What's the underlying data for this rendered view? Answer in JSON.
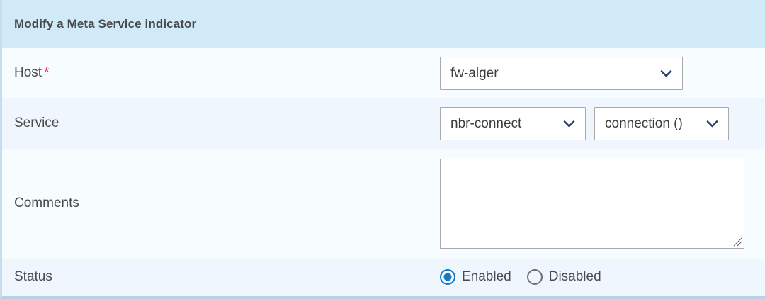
{
  "panel": {
    "title": "Modify a Meta Service indicator",
    "header_bg": "#d0eaf7",
    "row_bg_odd": "#f7fcfe",
    "row_bg_even": "#eff6fd",
    "accent_blue": "#1477c4",
    "required_star_color": "#e8262d",
    "chevron_color": "#2a3f66"
  },
  "rows": {
    "host": {
      "label": "Host",
      "required_marker": "*",
      "select": {
        "value": "fw-alger",
        "icon": "chevron-down-icon"
      }
    },
    "service": {
      "label": "Service",
      "select_service": {
        "value": "nbr-connect",
        "icon": "chevron-down-icon"
      },
      "select_metric": {
        "value": "connection ()",
        "icon": "chevron-down-icon"
      }
    },
    "comments": {
      "label": "Comments",
      "textarea": {
        "value": "",
        "placeholder": ""
      }
    },
    "status": {
      "label": "Status",
      "options": [
        {
          "label": "Enabled",
          "checked": true
        },
        {
          "label": "Disabled",
          "checked": false
        }
      ]
    }
  }
}
